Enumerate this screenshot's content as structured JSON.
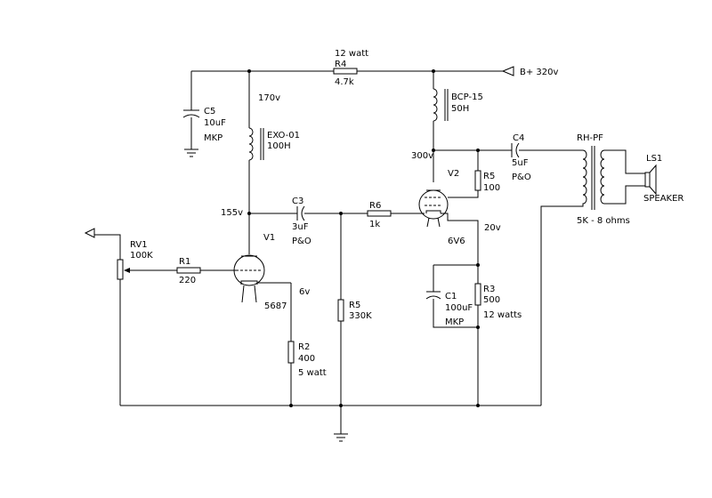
{
  "labels": {
    "r4_power": "12 watt",
    "r4_ref": "R4",
    "r4_val": "4.7k",
    "bplus": "B+ 320v",
    "v170": "170v",
    "c5_ref": "C5",
    "c5_val": "10uF",
    "c5_type": "MKP",
    "exo_ref": "EXO-01",
    "exo_val": "100H",
    "bcp_ref": "BCP-15",
    "bcp_val": "50H",
    "v300": "300v",
    "c4_ref": "C4",
    "c4_val": "5uF",
    "c4_type": "P&O",
    "rh_ref": "RH-PF",
    "ls1_ref": "LS1",
    "speaker": "SPEAKER",
    "v2_ref": "V2",
    "r5a_ref": "R5",
    "r5a_val": "100",
    "v155": "155v",
    "c3_ref": "C3",
    "c3_val": "3uF",
    "c3_type": "P&O",
    "r6_ref": "R6",
    "r6_val": "1k",
    "ohms": "5K - 8 ohms",
    "v20": "20v",
    "v6v6": "6V6",
    "rv1_ref": "RV1",
    "rv1_val": "100K",
    "v1_ref": "V1",
    "r1_ref": "R1",
    "r1_val": "220",
    "v6": "6v",
    "v5687": "5687",
    "c1_ref": "C1",
    "c1_val": "100uF",
    "c1_type": "MKP",
    "r3_ref": "R3",
    "r3_val": "500",
    "r3_power": "12 watts",
    "r5b_ref": "R5",
    "r5b_val": "330K",
    "r2_ref": "R2",
    "r2_val": "400",
    "r2_power": "5 watt"
  }
}
